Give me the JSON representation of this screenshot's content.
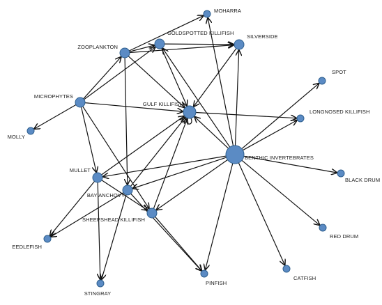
{
  "colors": {
    "node_fill": "#5b8bc4",
    "node_stroke": "#2e5f8e",
    "edge": "#111111",
    "label": "#1a1a1a",
    "background": "#ffffff"
  },
  "nodes": [
    {
      "id": "moharra",
      "label": "MOHARRA"
    },
    {
      "id": "goldspotted",
      "label": "GOLDSPOTTED KILLIFISH"
    },
    {
      "id": "zooplankton",
      "label": "ZOOPLANKTON"
    },
    {
      "id": "silverside",
      "label": "SILVERSIDE"
    },
    {
      "id": "spot",
      "label": "SPOT"
    },
    {
      "id": "microphytes",
      "label": "MICROPHYTES"
    },
    {
      "id": "gulf",
      "label": "GULF KILLIFISH"
    },
    {
      "id": "longnosed",
      "label": "LONGNOSED KILLIFISH"
    },
    {
      "id": "molly",
      "label": "MOLLY"
    },
    {
      "id": "benthic",
      "label": "BENTHIC INVERTEBRATES"
    },
    {
      "id": "mullet",
      "label": "MULLET"
    },
    {
      "id": "blackdrum",
      "label": "BLACK DRUM"
    },
    {
      "id": "bayanchovy",
      "label": "BAY ANCHOVY"
    },
    {
      "id": "sheepshead",
      "label": "SHEEPSHEAD KILLIFISH"
    },
    {
      "id": "eedlefish",
      "label": "EEDLEFISH"
    },
    {
      "id": "reddrum",
      "label": "RED DRUM"
    },
    {
      "id": "pinfish",
      "label": "PINFISH"
    },
    {
      "id": "catfish",
      "label": "CATFISH"
    },
    {
      "id": "stingray",
      "label": "STINGRAY"
    }
  ],
  "edges": [
    {
      "from": "microphytes",
      "to": "zooplankton"
    },
    {
      "from": "microphytes",
      "to": "goldspotted"
    },
    {
      "from": "microphytes",
      "to": "molly"
    },
    {
      "from": "microphytes",
      "to": "mullet"
    },
    {
      "from": "microphytes",
      "to": "gulf"
    },
    {
      "from": "microphytes",
      "to": "sheepshead"
    },
    {
      "from": "zooplankton",
      "to": "moharra"
    },
    {
      "from": "zooplankton",
      "to": "goldspotted"
    },
    {
      "from": "zooplankton",
      "to": "silverside"
    },
    {
      "from": "zooplankton",
      "to": "bayanchovy"
    },
    {
      "from": "zooplankton",
      "to": "gulf"
    },
    {
      "from": "goldspotted",
      "to": "silverside"
    },
    {
      "from": "goldspotted",
      "to": "gulf"
    },
    {
      "from": "silverside",
      "to": "gulf"
    },
    {
      "from": "benthic",
      "to": "moharra"
    },
    {
      "from": "benthic",
      "to": "goldspotted"
    },
    {
      "from": "benthic",
      "to": "silverside"
    },
    {
      "from": "benthic",
      "to": "spot"
    },
    {
      "from": "benthic",
      "to": "longnosed"
    },
    {
      "from": "benthic",
      "to": "gulf"
    },
    {
      "from": "benthic",
      "to": "blackdrum"
    },
    {
      "from": "benthic",
      "to": "reddrum"
    },
    {
      "from": "benthic",
      "to": "catfish"
    },
    {
      "from": "benthic",
      "to": "pinfish"
    },
    {
      "from": "benthic",
      "to": "sheepshead"
    },
    {
      "from": "benthic",
      "to": "bayanchovy"
    },
    {
      "from": "benthic",
      "to": "mullet"
    },
    {
      "from": "gulf",
      "to": "longnosed"
    },
    {
      "from": "mullet",
      "to": "gulf"
    },
    {
      "from": "mullet",
      "to": "eedlefish"
    },
    {
      "from": "mullet",
      "to": "stingray"
    },
    {
      "from": "mullet",
      "to": "sheepshead"
    },
    {
      "from": "bayanchovy",
      "to": "gulf"
    },
    {
      "from": "bayanchovy",
      "to": "eedlefish"
    },
    {
      "from": "bayanchovy",
      "to": "stingray"
    },
    {
      "from": "bayanchovy",
      "to": "pinfish"
    },
    {
      "from": "sheepshead",
      "to": "gulf"
    },
    {
      "from": "sheepshead",
      "to": "pinfish"
    },
    {
      "from": "gulf",
      "to": "gulf"
    }
  ]
}
